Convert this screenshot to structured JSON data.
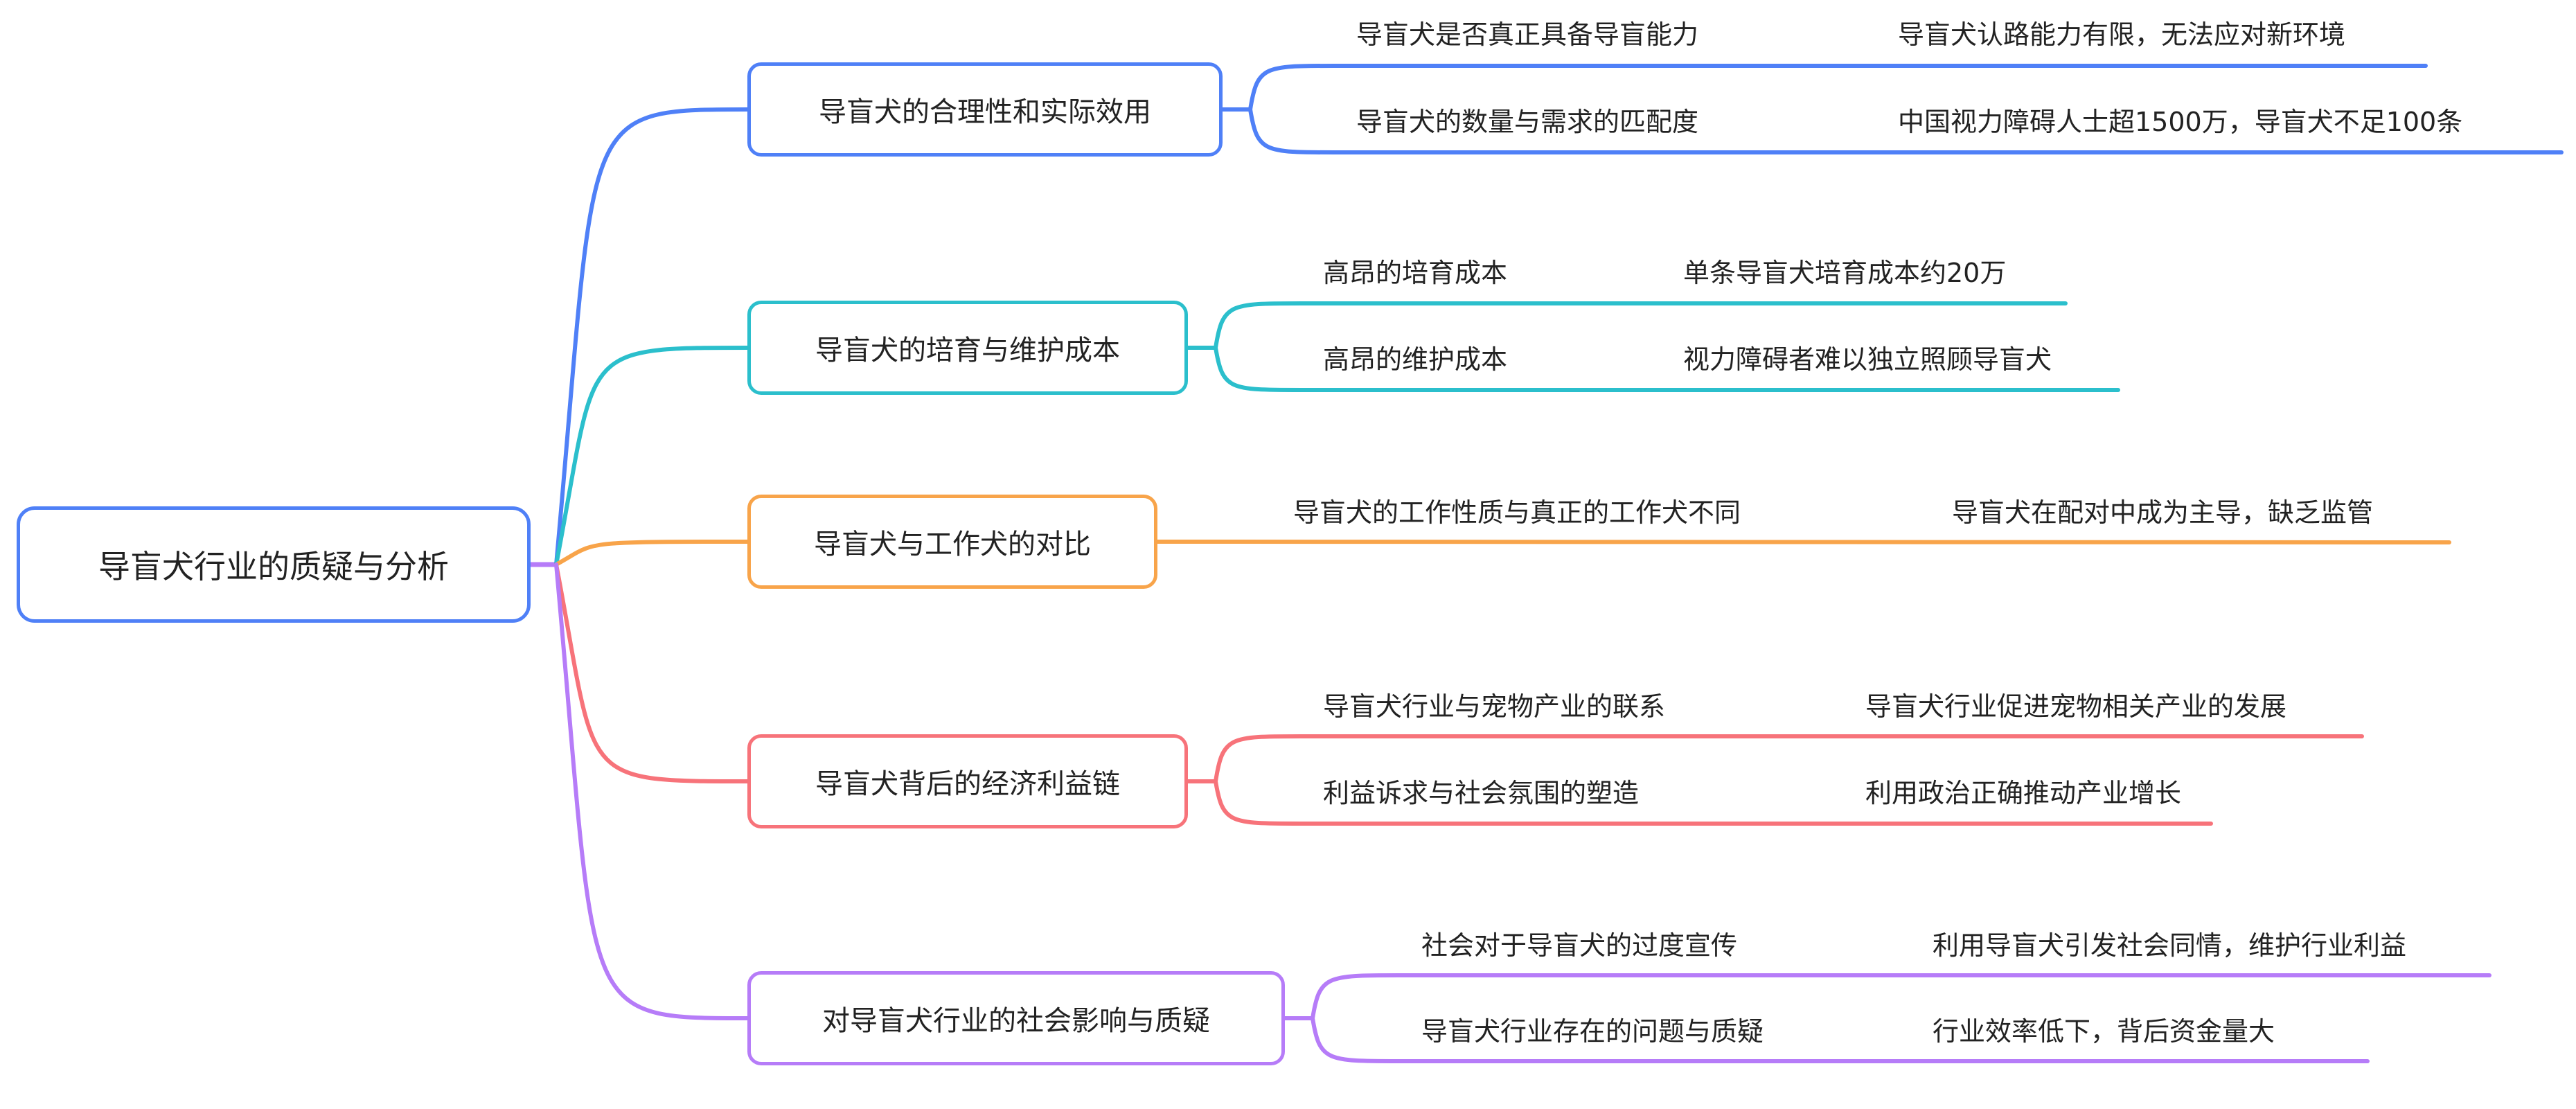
{
  "root": {
    "label": "导盲犬行业的质疑与分析",
    "color": "#4F80F7"
  },
  "connector_color": "#B67CF8",
  "branches": [
    {
      "label": "导盲犬的合理性和实际效用",
      "color": "#4F80F7",
      "children": [
        {
          "label": "导盲犬是否真正具备导盲能力",
          "detail": "导盲犬认路能力有限，无法应对新环境"
        },
        {
          "label": "导盲犬的数量与需求的匹配度",
          "detail": "中国视力障碍人士超1500万，导盲犬不足100条"
        }
      ]
    },
    {
      "label": "导盲犬的培育与维护成本",
      "color": "#2BBFCC",
      "children": [
        {
          "label": "高昂的培育成本",
          "detail": "单条导盲犬培育成本约20万"
        },
        {
          "label": "高昂的维护成本",
          "detail": "视力障碍者难以独立照顾导盲犬"
        }
      ]
    },
    {
      "label": "导盲犬与工作犬的对比",
      "color": "#F8A44A",
      "children": [
        {
          "label": "导盲犬的工作性质与真正的工作犬不同",
          "detail": "导盲犬在配对中成为主导，缺乏监管"
        }
      ]
    },
    {
      "label": "导盲犬背后的经济利益链",
      "color": "#F7737A",
      "children": [
        {
          "label": "导盲犬行业与宠物产业的联系",
          "detail": "导盲犬行业促进宠物相关产业的发展"
        },
        {
          "label": "利益诉求与社会氛围的塑造",
          "detail": "利用政治正确推动产业增长"
        }
      ]
    },
    {
      "label": "对导盲犬行业的社会影响与质疑",
      "color": "#B67CF8",
      "children": [
        {
          "label": "社会对于导盲犬的过度宣传",
          "detail": "利用导盲犬引发社会同情，维护行业利益"
        },
        {
          "label": "导盲犬行业存在的问题与质疑",
          "detail": "行业效率低下，背后资金量大"
        }
      ]
    }
  ]
}
